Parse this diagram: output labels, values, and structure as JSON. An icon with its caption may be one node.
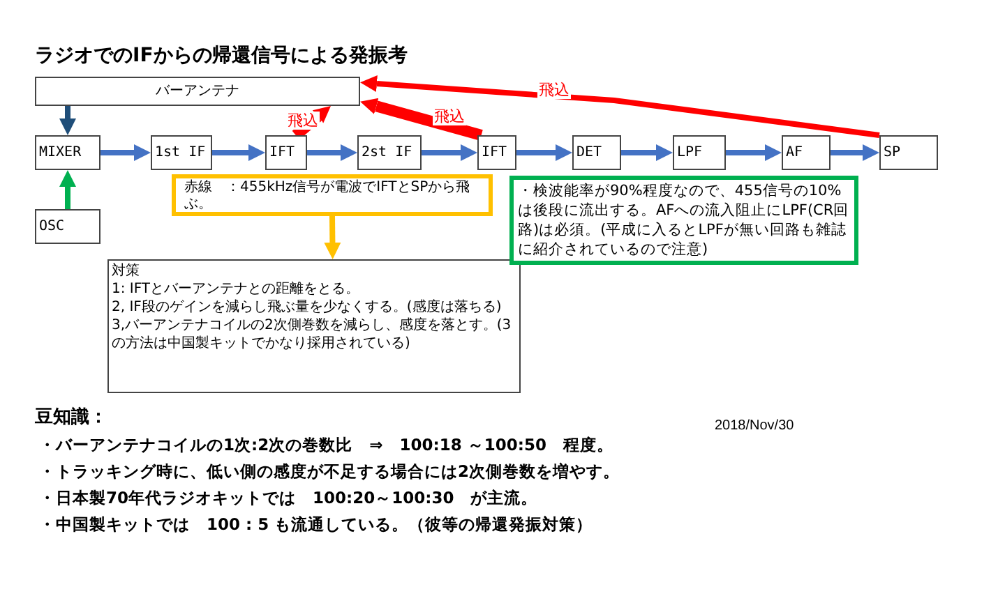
{
  "diagram": {
    "title": "ラジオでのIFからの帰還信号による発振考",
    "nodes": [
      {
        "text": [
          "バーアンテナ"
        ]
      },
      {
        "text": [
          "MIXER"
        ]
      },
      {
        "text": [
          "1st IF"
        ]
      },
      {
        "text": [
          "IFT"
        ]
      },
      {
        "text": [
          "2st IF"
        ]
      },
      {
        "text": [
          "IFT"
        ]
      },
      {
        "text": [
          "DET"
        ]
      },
      {
        "text": [
          "LPF"
        ]
      },
      {
        "text": [
          "AF"
        ]
      },
      {
        "text": [
          "SP"
        ]
      },
      {
        "text": [
          "OSC"
        ]
      },
      {
        "text": [
          "赤線　：455kHz信号が電波でIFTとSPから飛ぶ。"
        ]
      },
      {
        "text": [
          "対策",
          "1: IFTとバーアンテナとの距離をとる。",
          "2, IF段のゲインを減らし飛ぶ量を少なくする。(感度は落ちる)",
          "3,バーアンテナコイルの2次側巻数を減らし、感度を落とす。(3の方法は中国製キットでかなり採用されている)"
        ]
      },
      {
        "text": [
          "・検波能率が90%程度なので、455信号の10%は後段に流出する。AFへの流入阻止にLPF(CR回路)は必須。(平成に入るとLPFが無い回路も雑誌に紹介されているので注意)"
        ]
      }
    ],
    "edges": [
      {
        "from": 0,
        "to": 1,
        "arrow": "to",
        "color": "#1f4e79"
      },
      {
        "from": 10,
        "to": 1,
        "arrow": "to",
        "color": "#00b050"
      },
      {
        "from": 1,
        "to": 2,
        "arrow": "to"
      },
      {
        "from": 2,
        "to": 3,
        "arrow": "to"
      },
      {
        "from": 3,
        "to": 4,
        "arrow": "to"
      },
      {
        "from": 4,
        "to": 5,
        "arrow": "to"
      },
      {
        "from": 5,
        "to": 6,
        "arrow": "to"
      },
      {
        "from": 6,
        "to": 7,
        "arrow": "to"
      },
      {
        "from": 7,
        "to": 8,
        "arrow": "to"
      },
      {
        "from": 8,
        "to": 9,
        "arrow": "to"
      },
      {
        "from": 3,
        "to": 0,
        "arrow": "to",
        "style": "thick",
        "color": "#ff0000",
        "label": "飛込"
      },
      {
        "from": 5,
        "to": 0,
        "arrow": "to",
        "style": "thick",
        "color": "#ff0000",
        "label": "飛込"
      },
      {
        "from": 9,
        "to": 0,
        "arrow": "to",
        "color": "#ff0000",
        "label": "飛込"
      },
      {
        "from": 11,
        "to": 12,
        "arrow": "to",
        "color": "#ffc000"
      }
    ],
    "labels": [
      "豆知識：",
      "・バーアンテナコイルの1次:2次の巻数比　⇒　100:18 ～100:50　程度。",
      "・トラッキング時に、低い側の感度が不足する場合には2次側巻数を増やす。",
      "・日本製70年代ラジオキットでは　100:20～100:30　が主流。",
      "・中国製キットでは　100 : 5 も流通している。（彼等の帰還発振対策）",
      "2018/Nov/30"
    ]
  }
}
